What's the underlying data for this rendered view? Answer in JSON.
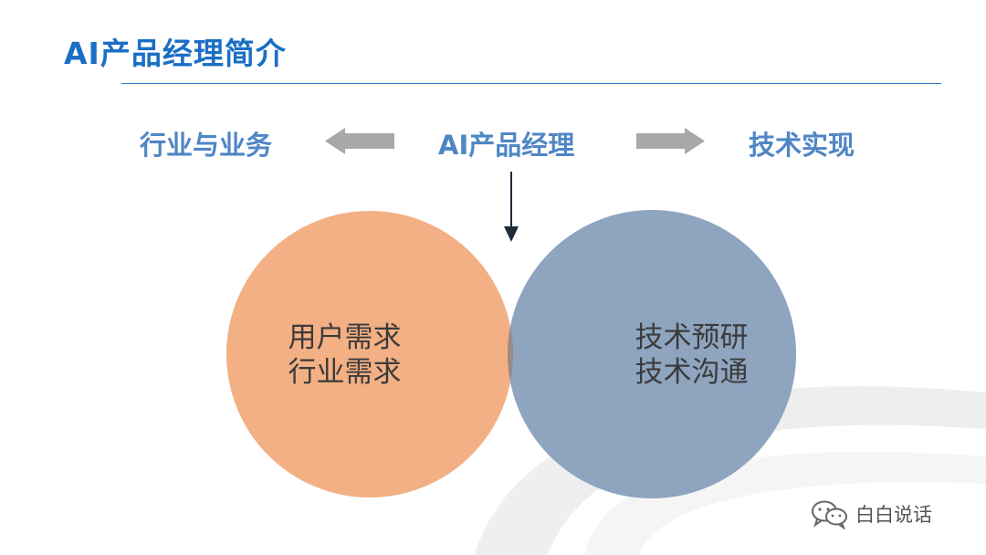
{
  "title": "AI产品经理简介",
  "roles": {
    "left": "行业与业务",
    "center": "AI产品经理",
    "right": "技术实现"
  },
  "circles": {
    "left": {
      "lines": [
        "用户需求",
        "行业需求"
      ],
      "color": "#f2b084"
    },
    "right": {
      "lines": [
        "技术预研",
        "技术沟通"
      ],
      "color": "#8ea4bf"
    },
    "overlap_color": "#9a8a86"
  },
  "arrows": {
    "horizontal_color": "#a8a8a8",
    "down_color": "#1f2a3a"
  },
  "colors": {
    "title": "#1a6fc4",
    "role_labels": "#4f86c6",
    "rule": "#2f78c4"
  },
  "watermark": {
    "icon": "wechat-icon",
    "text": "白白说话"
  }
}
